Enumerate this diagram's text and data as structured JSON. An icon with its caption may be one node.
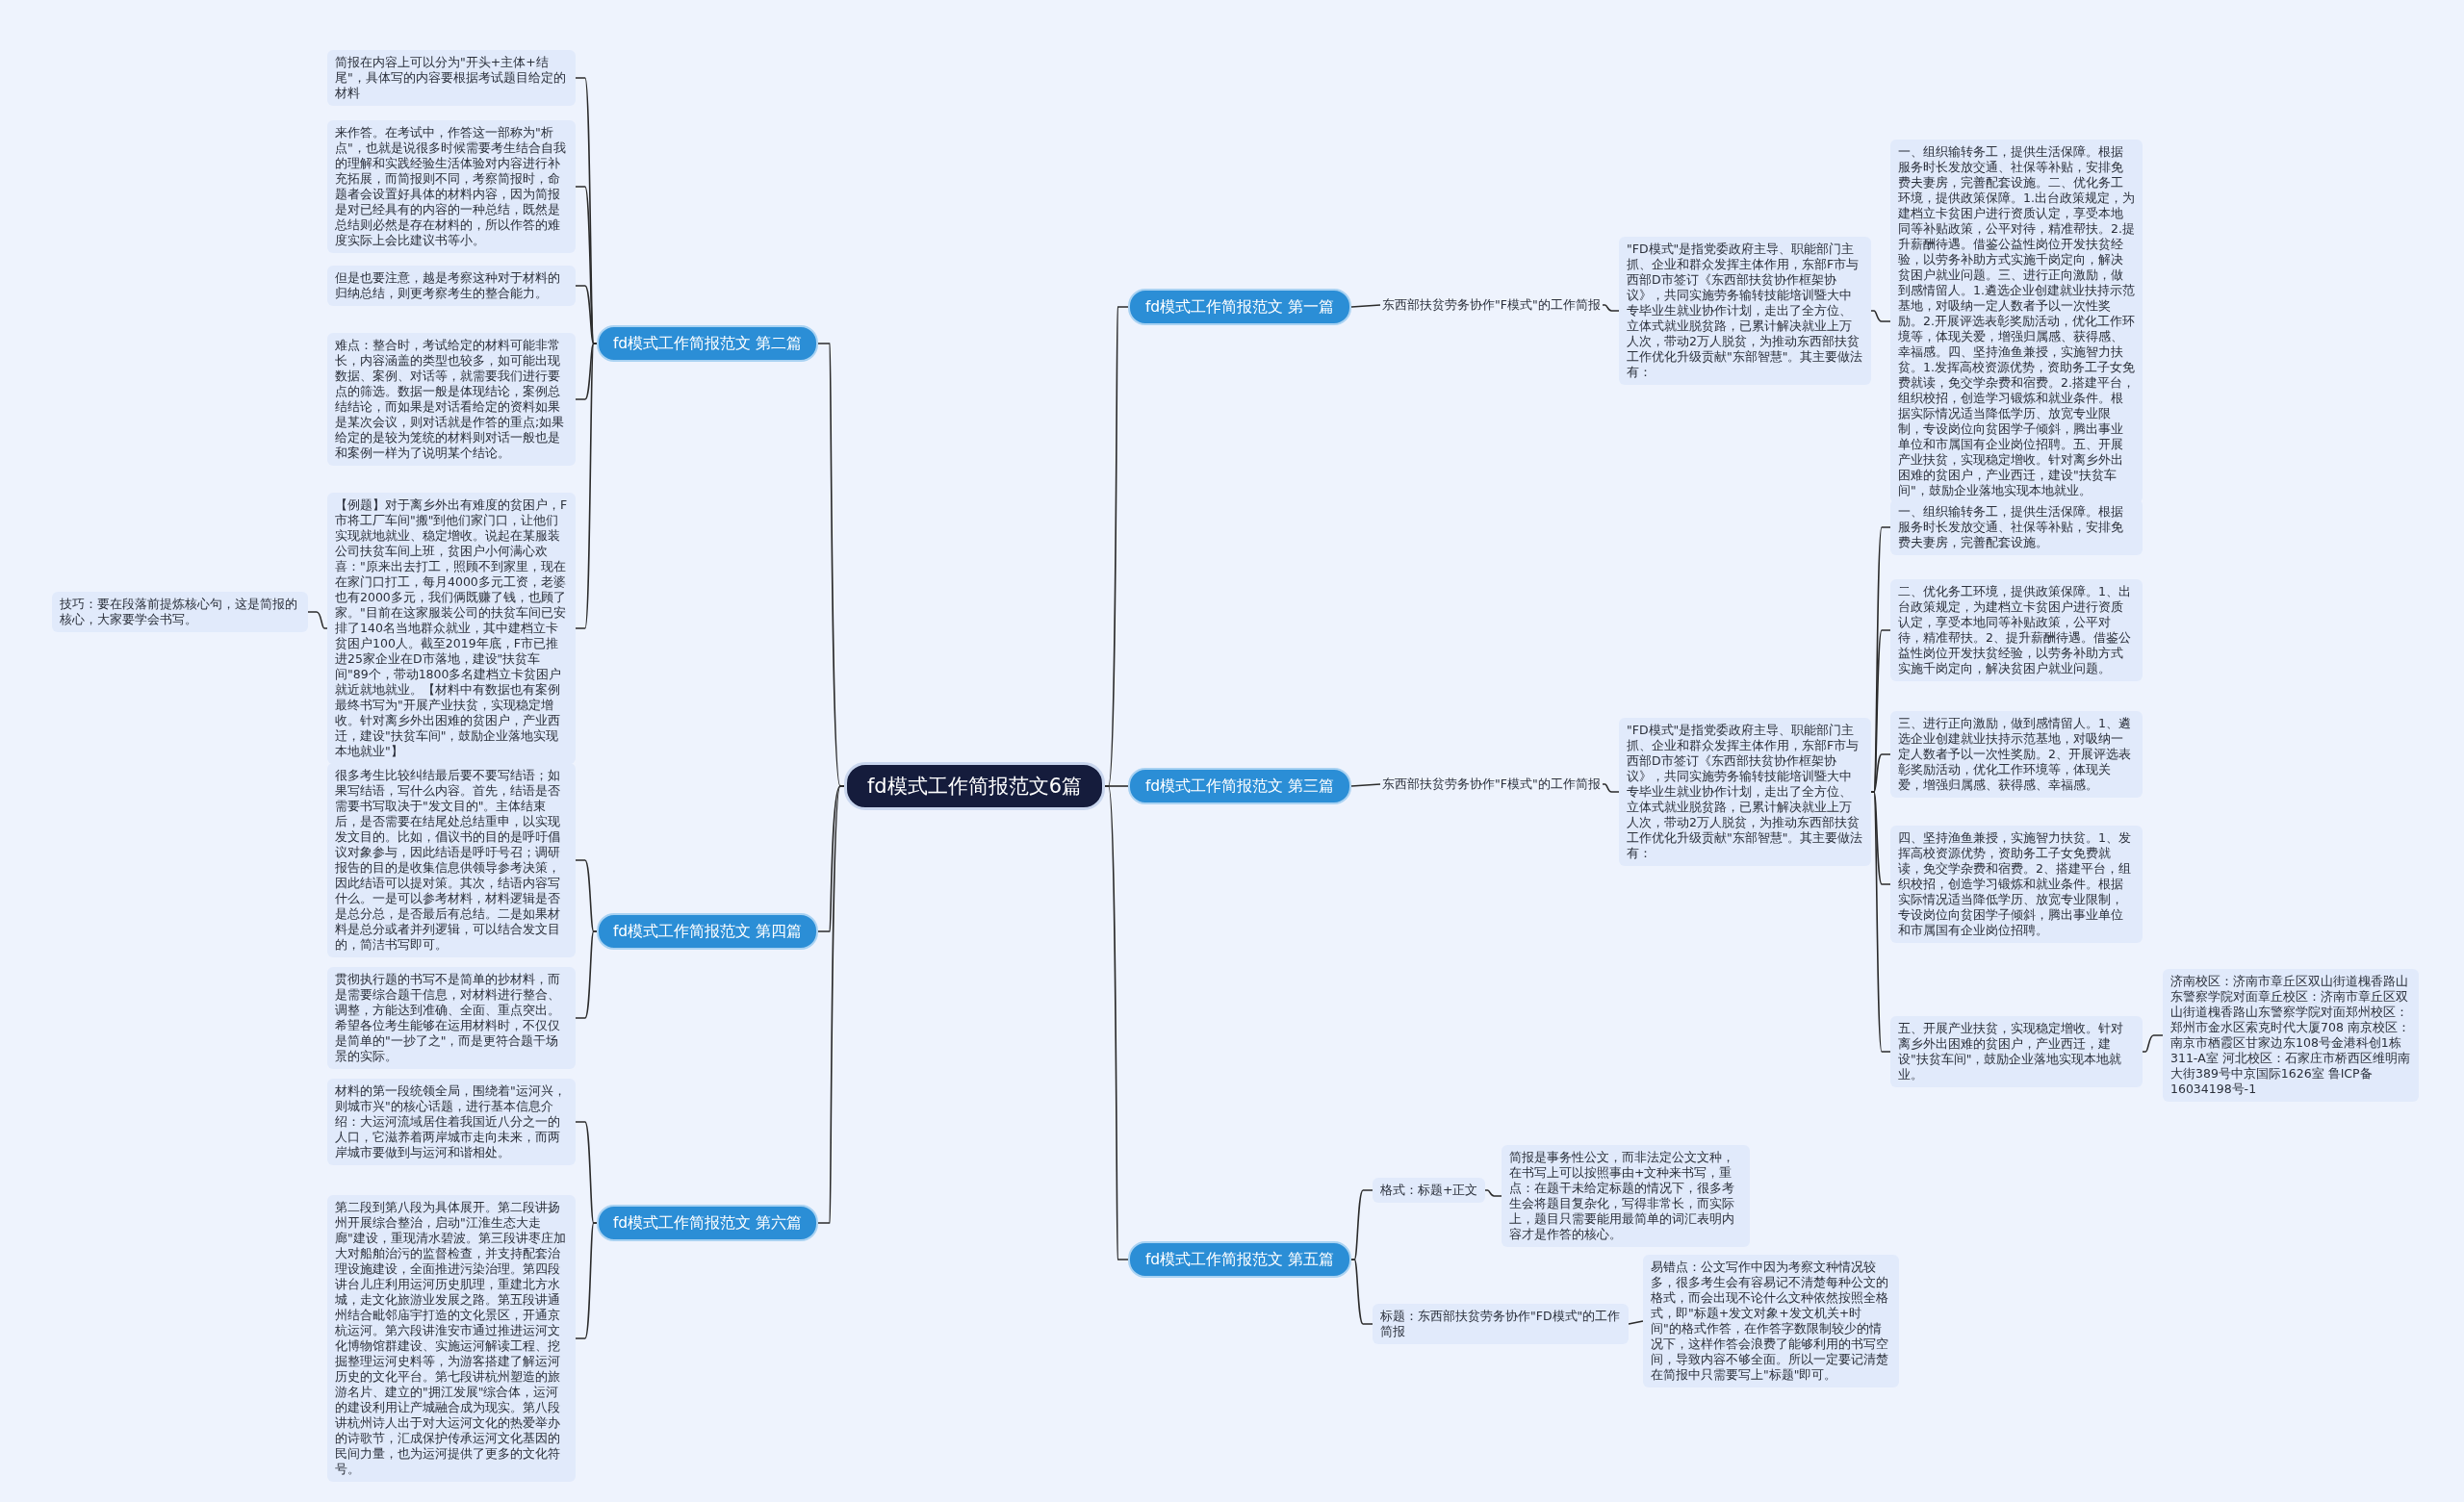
{
  "diagram": {
    "nodes": [
      {
        "text": [
          "fd模式工作简报范文6篇"
        ]
      },
      {
        "text": [
          "fd模式工作简报范文 第一篇"
        ]
      },
      {
        "text": [
          "东西部扶贫劳务协作\"F模式\"的工作简报"
        ]
      },
      {
        "text": [
          "\"FD模式\"是指党委政府主导、职能部门主抓、企业和群众发挥主体作用，东部F市与西部D市签订《东西部扶贫协作框架协议》，共同实施劳务输转技能培训暨大中专毕业生就业协作计划，走出了全方位、立体式就业脱贫路，已累计解决就业上万人次，带动2万人脱贫，为推动东西部扶贫工作优化升级贡献\"东部智慧\"。其主要做法有："
        ]
      },
      {
        "text": [
          "一、组织输转务工，提供生活保障。根据服务时长发放交通、社保等补贴，安排免费夫妻房，完善配套设施。二、优化务工环境，提供政策保障。1.出台政策规定，为建档立卡贫困户进行资质认定，享受本地同等补贴政策，公平对待，精准帮扶。2.提升薪酬待遇。借鉴公益性岗位开发扶贫经验，以劳务补助方式实施千岗定向，解决贫困户就业问题。三、进行正向激励，做到感情留人。1.遴选企业创建就业扶持示范基地，对吸纳一定人数者予以一次性奖励。2.开展评选表彰奖励活动，优化工作环境等，体现关爱，增强归属感、获得感、幸福感。四、坚持渔鱼兼授，实施智力扶贫。1.发挥高校资源优势，资助务工子女免费就读，免交学杂费和宿费。2.搭建平台，组织校招，创造学习锻炼和就业条件。根据实际情况适当降低学历、放宽专业限制，专设岗位向贫困学子倾斜，腾出事业单位和市属国有企业岗位招聘。五、开展产业扶贫，实现稳定增收。针对离乡外出困难的贫困户，产业西迁，建设\"扶贫车间\"，鼓励企业落地实现本地就业。"
        ]
      },
      {
        "text": [
          "fd模式工作简报范文 第三篇"
        ]
      },
      {
        "text": [
          "东西部扶贫劳务协作\"F模式\"的工作简报"
        ]
      },
      {
        "text": [
          "\"FD模式\"是指党委政府主导、职能部门主抓、企业和群众发挥主体作用，东部F市与西部D市签订《东西部扶贫协作框架协议》，共同实施劳务输转技能培训暨大中专毕业生就业协作计划，走出了全方位、立体式就业脱贫路，已累计解决就业上万人次，带动2万人脱贫，为推动东西部扶贫工作优化升级贡献\"东部智慧\"。其主要做法有："
        ]
      },
      {
        "text": [
          "一、组织输转务工，提供生活保障。根据服务时长发放交通、社保等补贴，安排免费夫妻房，完善配套设施。"
        ]
      },
      {
        "text": [
          "二、优化务工环境，提供政策保障。1、出台政策规定，为建档立卡贫困户进行资质认定，享受本地同等补贴政策，公平对待，精准帮扶。2、提升薪酬待遇。借鉴公益性岗位开发扶贫经验，以劳务补助方式实施千岗定向，解决贫困户就业问题。"
        ]
      },
      {
        "text": [
          "三、进行正向激励，做到感情留人。1、遴选企业创建就业扶持示范基地，对吸纳一定人数者予以一次性奖励。2、开展评选表彰奖励活动，优化工作环境等，体现关爱，增强归属感、获得感、幸福感。"
        ]
      },
      {
        "text": [
          "四、坚持渔鱼兼授，实施智力扶贫。1、发挥高校资源优势，资助务工子女免费就读，免交学杂费和宿费。2、搭建平台，组织校招，创造学习锻炼和就业条件。根据实际情况适当降低学历、放宽专业限制，专设岗位向贫困学子倾斜，腾出事业单位和市属国有企业岗位招聘。"
        ]
      },
      {
        "text": [
          "五、开展产业扶贫，实现稳定增收。针对离乡外出困难的贫困户，产业西迁，建设\"扶贫车间\"，鼓励企业落地实现本地就业。"
        ]
      },
      {
        "text": [
          "济南校区：济南市章丘区双山街道槐香路山东警察学院对面章丘校区：济南市章丘区双山街道槐香路山东警察学院对面郑州校区：郑州市金水区索克时代大厦708 南京校区：南京市栖霞区甘家边东108号金港科创1栋311-A室 河北校区：石家庄市桥西区维明南大街389号中京国际1626室 鲁ICP备16034198号-1"
        ]
      },
      {
        "text": [
          "fd模式工作简报范文 第五篇"
        ]
      },
      {
        "text": [
          "格式：标题+正文"
        ]
      },
      {
        "text": [
          "简报是事务性公文，而非法定公文文种，在书写上可以按照事由+文种来书写，重点：在题干未给定标题的情况下，很多考生会将题目复杂化，写得非常长，而实际上，题目只需要能用最简单的词汇表明内容才是作答的核心。"
        ]
      },
      {
        "text": [
          "标题：东西部扶贫劳务协作\"FD模式\"的工作简报"
        ]
      },
      {
        "text": [
          "易错点：公文写作中因为考察文种情况较多，很多考生会有容易记不清楚每种公文的格式，而会出现不论什么文种依然按照全格式，即\"标题+发文对象+发文机关+时间\"的格式作答，在作答字数限制较少的情况下，这样作答会浪费了能够利用的书写空间，导致内容不够全面。所以一定要记清楚在简报中只需要写上\"标题\"即可。"
        ]
      },
      {
        "text": [
          "fd模式工作简报范文 第二篇"
        ]
      },
      {
        "text": [
          "简报在内容上可以分为\"开头+主体+结尾\"，具体写的内容要根据考试题目给定的材料"
        ]
      },
      {
        "text": [
          "来作答。在考试中，作答这一部称为\"析点\"，也就是说很多时候需要考生结合自我的理解和实践经验生活体验对内容进行补充拓展，而简报则不同，考察简报时，命题者会设置好具体的材料内容，因为简报是对已经具有的内容的一种总结，既然是总结则必然是存在材料的，所以作答的难度实际上会比建议书等小。"
        ]
      },
      {
        "text": [
          "但是也要注意，越是考察这种对于材料的归纳总结，则更考察考生的整合能力。"
        ]
      },
      {
        "text": [
          "难点：整合时，考试给定的材料可能非常长，内容涵盖的类型也较多，如可能出现数据、案例、对话等，就需要我们进行要点的筛选。数据一般是体现结论，案例总结结论，而如果是对话看给定的资料如果是某次会议，则对话就是作答的重点;如果给定的是较为笼统的材料则对话一般也是和案例一样为了说明某个结论。"
        ]
      },
      {
        "text": [
          "【例题】对于离乡外出有难度的贫困户，F市将工厂车间\"搬\"到他们家门口，让他们实现就地就业、稳定增收。说起在某服装公司扶贫车间上班，贫困户小何满心欢喜：\"原来出去打工，照顾不到家里，现在在家门口打工，每月4000多元工资，老婆也有2000多元，我们俩既赚了钱，也顾了家。\"目前在这家服装公司的扶贫车间已安排了140名当地群众就业，其中建档立卡贫困户100人。截至2019年底，F市已推进25家企业在D市落地，建设\"扶贫车间\"89个，带动1800多名建档立卡贫困户就近就地就业。【材料中有数据也有案例最终书写为\"开展产业扶贫，实现稳定增收。针对离乡外出困难的贫困户，产业西迁，建设\"扶贫车间\"，鼓励企业落地实现本地就业\"】"
        ]
      },
      {
        "text": [
          "技巧：要在段落前提炼核心句，这是简报的核心，大家要学会书写。"
        ]
      },
      {
        "text": [
          "fd模式工作简报范文 第四篇"
        ]
      },
      {
        "text": [
          "很多考生比较纠结最后要不要写结语；如果写结语，写什么内容。首先，结语是否需要书写取决于\"发文目的\"。主体结束后，是否需要在结尾处总结重申，以实现发文目的。比如，倡议书的目的是呼吁倡议对象参与，因此结语是呼吁号召；调研报告的目的是收集信息供领导参考决策，因此结语可以提对策。其次，结语内容写什么。一是可以参考材料，材料逻辑是否是总分总，是否最后有总结。二是如果材料是总分或者并列逻辑，可以结合发文目的，简洁书写即可。"
        ]
      },
      {
        "text": [
          "贯彻执行题的书写不是简单的抄材料，而是需要综合题干信息，对材料进行整合、调整，方能达到准确、全面、重点突出。希望各位考生能够在运用材料时，不仅仅是简单的\"一抄了之\"，而是更符合题干场景的实际。"
        ]
      },
      {
        "text": [
          "fd模式工作简报范文 第六篇"
        ]
      },
      {
        "text": [
          "材料的第一段统领全局，围绕着\"运河兴，则城市兴\"的核心话题，进行基本信息介绍：大运河流域居住着我国近八分之一的人口，它滋养着两岸城市走向未来，而两岸城市要做到与运河和谐相处。"
        ]
      },
      {
        "text": [
          "第二段到第八段为具体展开。第二段讲扬州开展综合整治，启动\"江淮生态大走廊\"建设，重现清水碧波。第三段讲枣庄加大对船舶治污的监督检查，并支持配套治理设施建设，全面推进污染治理。第四段讲台儿庄利用运河历史肌理，重建北方水城，走文化旅游业发展之路。第五段讲通州结合毗邻庙宇打造的文化景区，开通京杭运河。第六段讲淮安市通过推进运河文化博物馆群建设、实施运河解读工程、挖掘整理运河史料等，为游客搭建了解运河历史的文化平台。第七段讲杭州塑造的旅游名片、建立的\"拥江发展\"综合体，运河的建设利用让产城融合成为现实。第八段讲杭州诗人出于对大运河文化的热爱举办的诗歌节，汇成保护传承运河文化基因的民间力量，也为运河提供了更多的文化符号。"
        ]
      }
    ],
    "edges": [
      {
        "from": 0,
        "to": 1,
        "arrow": "none"
      },
      {
        "from": 1,
        "to": 2,
        "arrow": "none"
      },
      {
        "from": 2,
        "to": 3,
        "arrow": "none"
      },
      {
        "from": 3,
        "to": 4,
        "arrow": "none"
      },
      {
        "from": 0,
        "to": 5,
        "arrow": "none"
      },
      {
        "from": 5,
        "to": 6,
        "arrow": "none"
      },
      {
        "from": 6,
        "to": 7,
        "arrow": "none"
      },
      {
        "from": 7,
        "to": 8,
        "arrow": "none"
      },
      {
        "from": 7,
        "to": 9,
        "arrow": "none"
      },
      {
        "from": 7,
        "to": 10,
        "arrow": "none"
      },
      {
        "from": 7,
        "to": 11,
        "arrow": "none"
      },
      {
        "from": 7,
        "to": 12,
        "arrow": "none"
      },
      {
        "from": 12,
        "to": 13,
        "arrow": "none"
      },
      {
        "from": 0,
        "to": 14,
        "arrow": "none"
      },
      {
        "from": 14,
        "to": 15,
        "arrow": "none"
      },
      {
        "from": 15,
        "to": 16,
        "arrow": "none"
      },
      {
        "from": 14,
        "to": 17,
        "arrow": "none"
      },
      {
        "from": 17,
        "to": 18,
        "arrow": "none"
      },
      {
        "from": 0,
        "to": 19,
        "arrow": "none"
      },
      {
        "from": 19,
        "to": 20,
        "arrow": "none"
      },
      {
        "from": 19,
        "to": 21,
        "arrow": "none"
      },
      {
        "from": 19,
        "to": 22,
        "arrow": "none"
      },
      {
        "from": 19,
        "to": 23,
        "arrow": "none"
      },
      {
        "from": 19,
        "to": 24,
        "arrow": "none"
      },
      {
        "from": 24,
        "to": 25,
        "arrow": "none"
      },
      {
        "from": 0,
        "to": 26,
        "arrow": "none"
      },
      {
        "from": 26,
        "to": 27,
        "arrow": "none"
      },
      {
        "from": 26,
        "to": 28,
        "arrow": "none"
      },
      {
        "from": 0,
        "to": 29,
        "arrow": "none"
      },
      {
        "from": 29,
        "to": 30,
        "arrow": "none"
      },
      {
        "from": 29,
        "to": 31,
        "arrow": "none"
      }
    ]
  }
}
